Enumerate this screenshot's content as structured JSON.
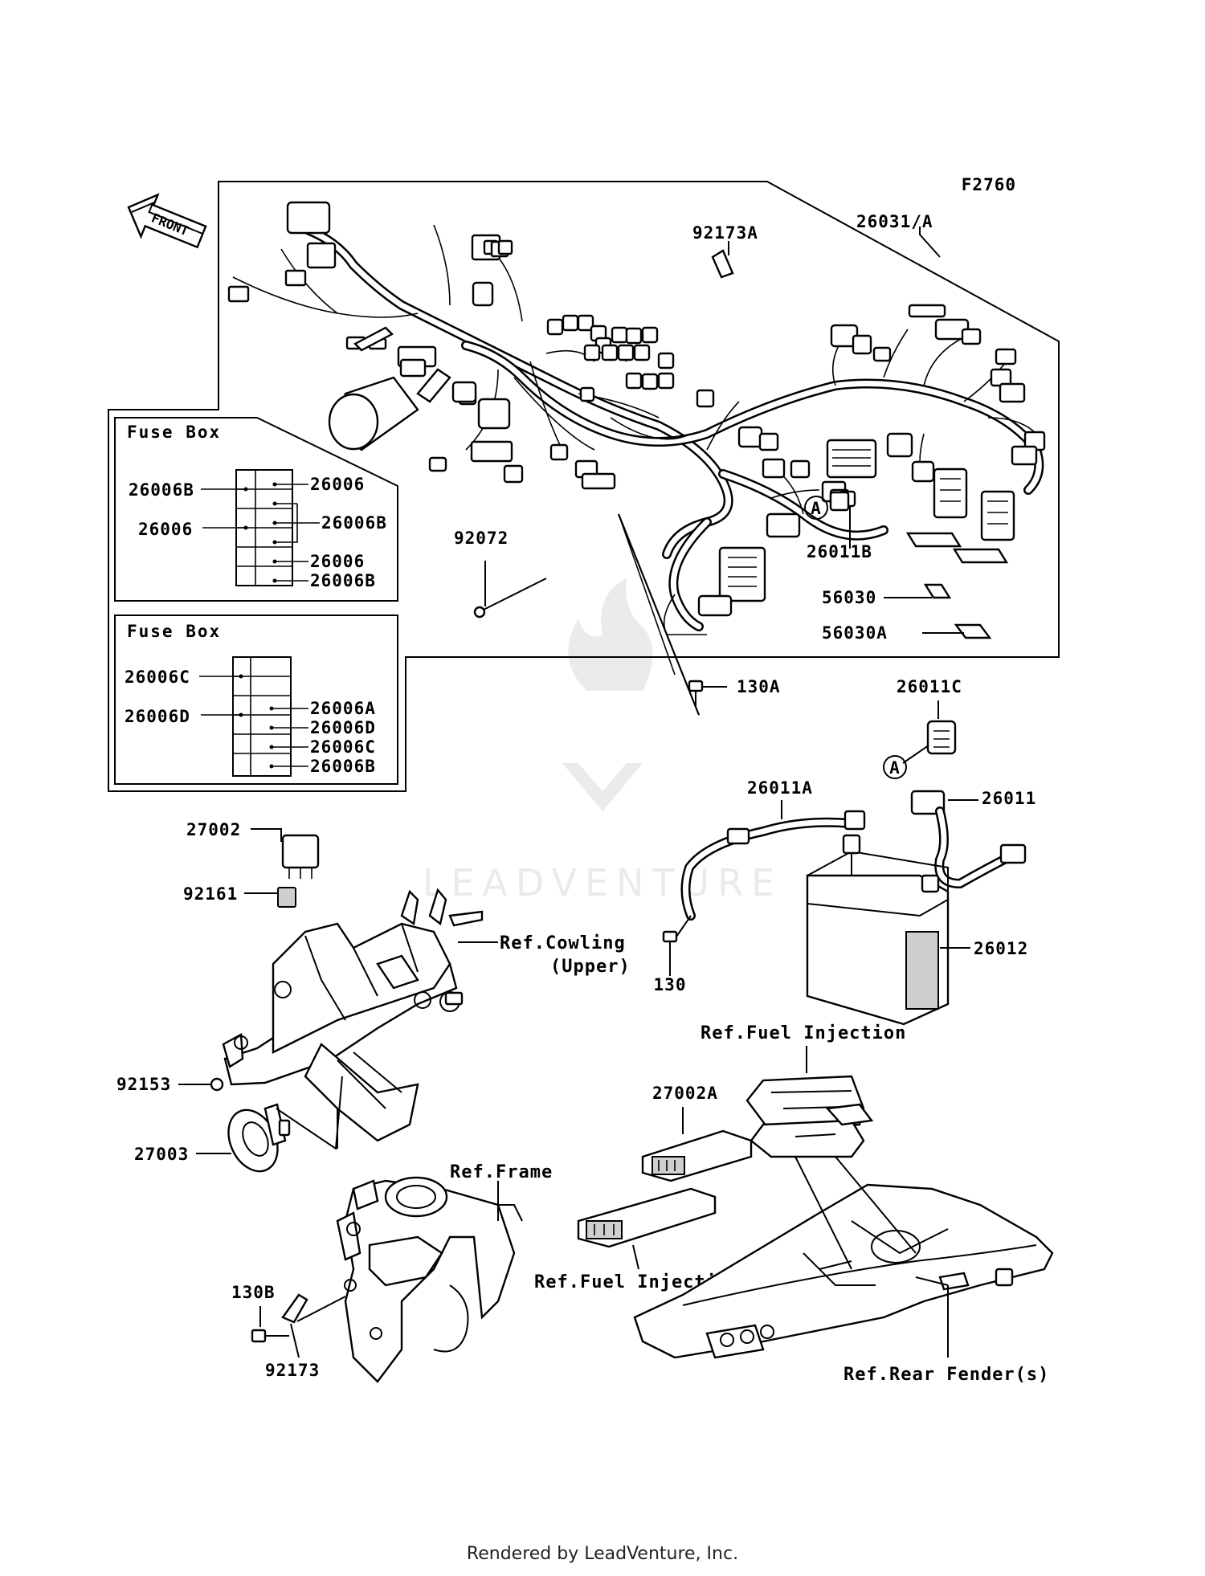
{
  "diagram_code": "F2760",
  "front_label": "FRONT",
  "fuse_box_1": {
    "title": "Fuse Box",
    "left_labels": [
      "26006B",
      "26006"
    ],
    "right_labels": [
      "26006",
      "26006B",
      "26006",
      "26006B"
    ]
  },
  "fuse_box_2": {
    "title": "Fuse Box",
    "left_labels": [
      "26006C",
      "26006D"
    ],
    "right_labels": [
      "26006A",
      "26006D",
      "26006C",
      "26006B"
    ]
  },
  "parts": {
    "p26031": "26031/A",
    "p92173A": "92173A",
    "p92072": "92072",
    "p26011B": "26011B",
    "p56030": "56030",
    "p56030A": "56030A",
    "p130A": "130A",
    "p26011C": "26011C",
    "p26011A": "26011A",
    "p26011": "26011",
    "p26012": "26012",
    "p130": "130",
    "p27002": "27002",
    "p92161": "92161",
    "p92153": "92153",
    "p27003": "27003",
    "p27002A": "27002A",
    "p130B": "130B",
    "p92173": "92173"
  },
  "callouts": [
    "A",
    "A"
  ],
  "refs": {
    "cowling": "Ref.Cowling",
    "cowling_sub": "(Upper)",
    "fuel_injection_1": "Ref.Fuel Injection",
    "fuel_injection_2": "Ref.Fuel Injection",
    "frame": "Ref.Frame",
    "rear_fender": "Ref.Rear Fender(s)"
  },
  "watermark": "LEADVENTURE",
  "footer": "Rendered by LeadVenture, Inc."
}
